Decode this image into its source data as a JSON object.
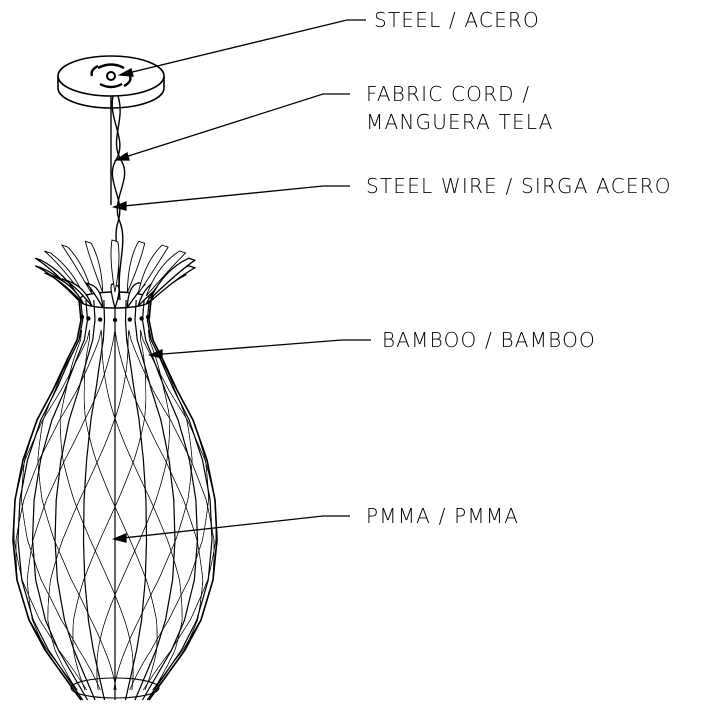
{
  "labels": {
    "steel": "STEEL / ACERO",
    "fabric_cord_line1": "FABRIC CORD /",
    "fabric_cord_line2": "MANGUERA TELA",
    "steel_wire": "STEEL WIRE / SIRGA ACERO",
    "bamboo": "BAMBOO / BAMBOO",
    "pmma": "PMMA / PMMA"
  }
}
